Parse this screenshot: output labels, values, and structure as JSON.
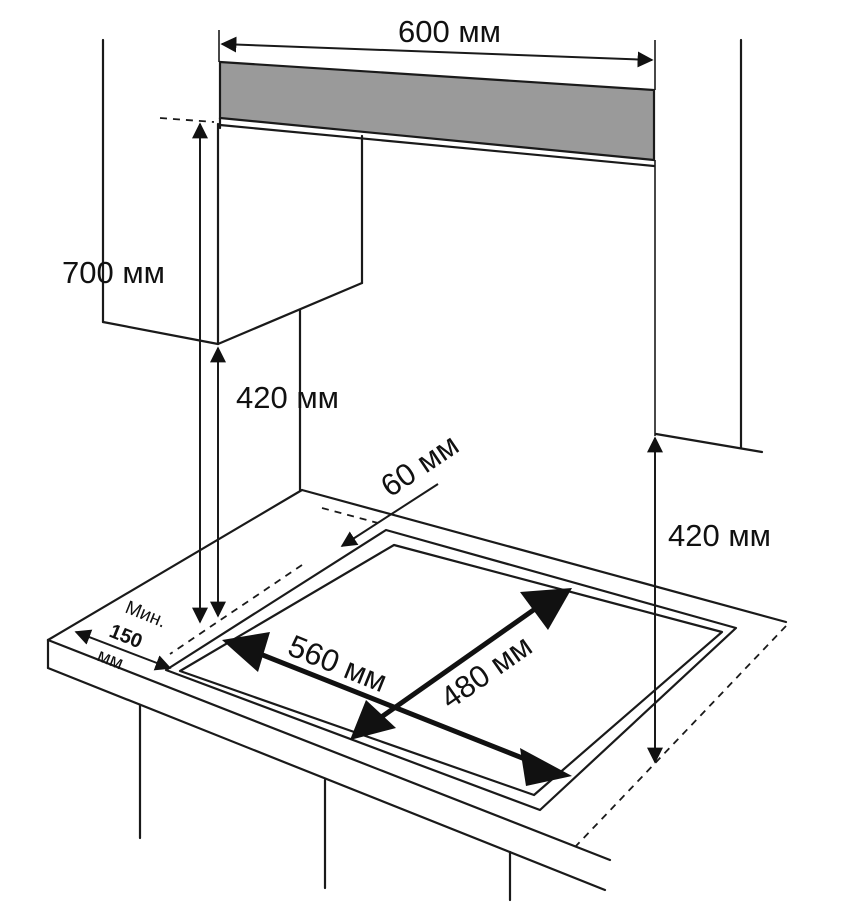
{
  "diagram": {
    "hood_width": "600 мм",
    "hood_height_left": "700 мм",
    "cabinet_clearance": "420 мм",
    "right_cabinet_clearance": "420 мм",
    "back_gap": "60 мм",
    "cutout_width": "560 мм",
    "cutout_depth": "480 мм",
    "side_min_label": "Мин.",
    "side_min_value": "150",
    "side_min_unit": "мм",
    "colors": {
      "hood_fill": "#9a9a9a",
      "line": "#1a1a1a"
    }
  }
}
